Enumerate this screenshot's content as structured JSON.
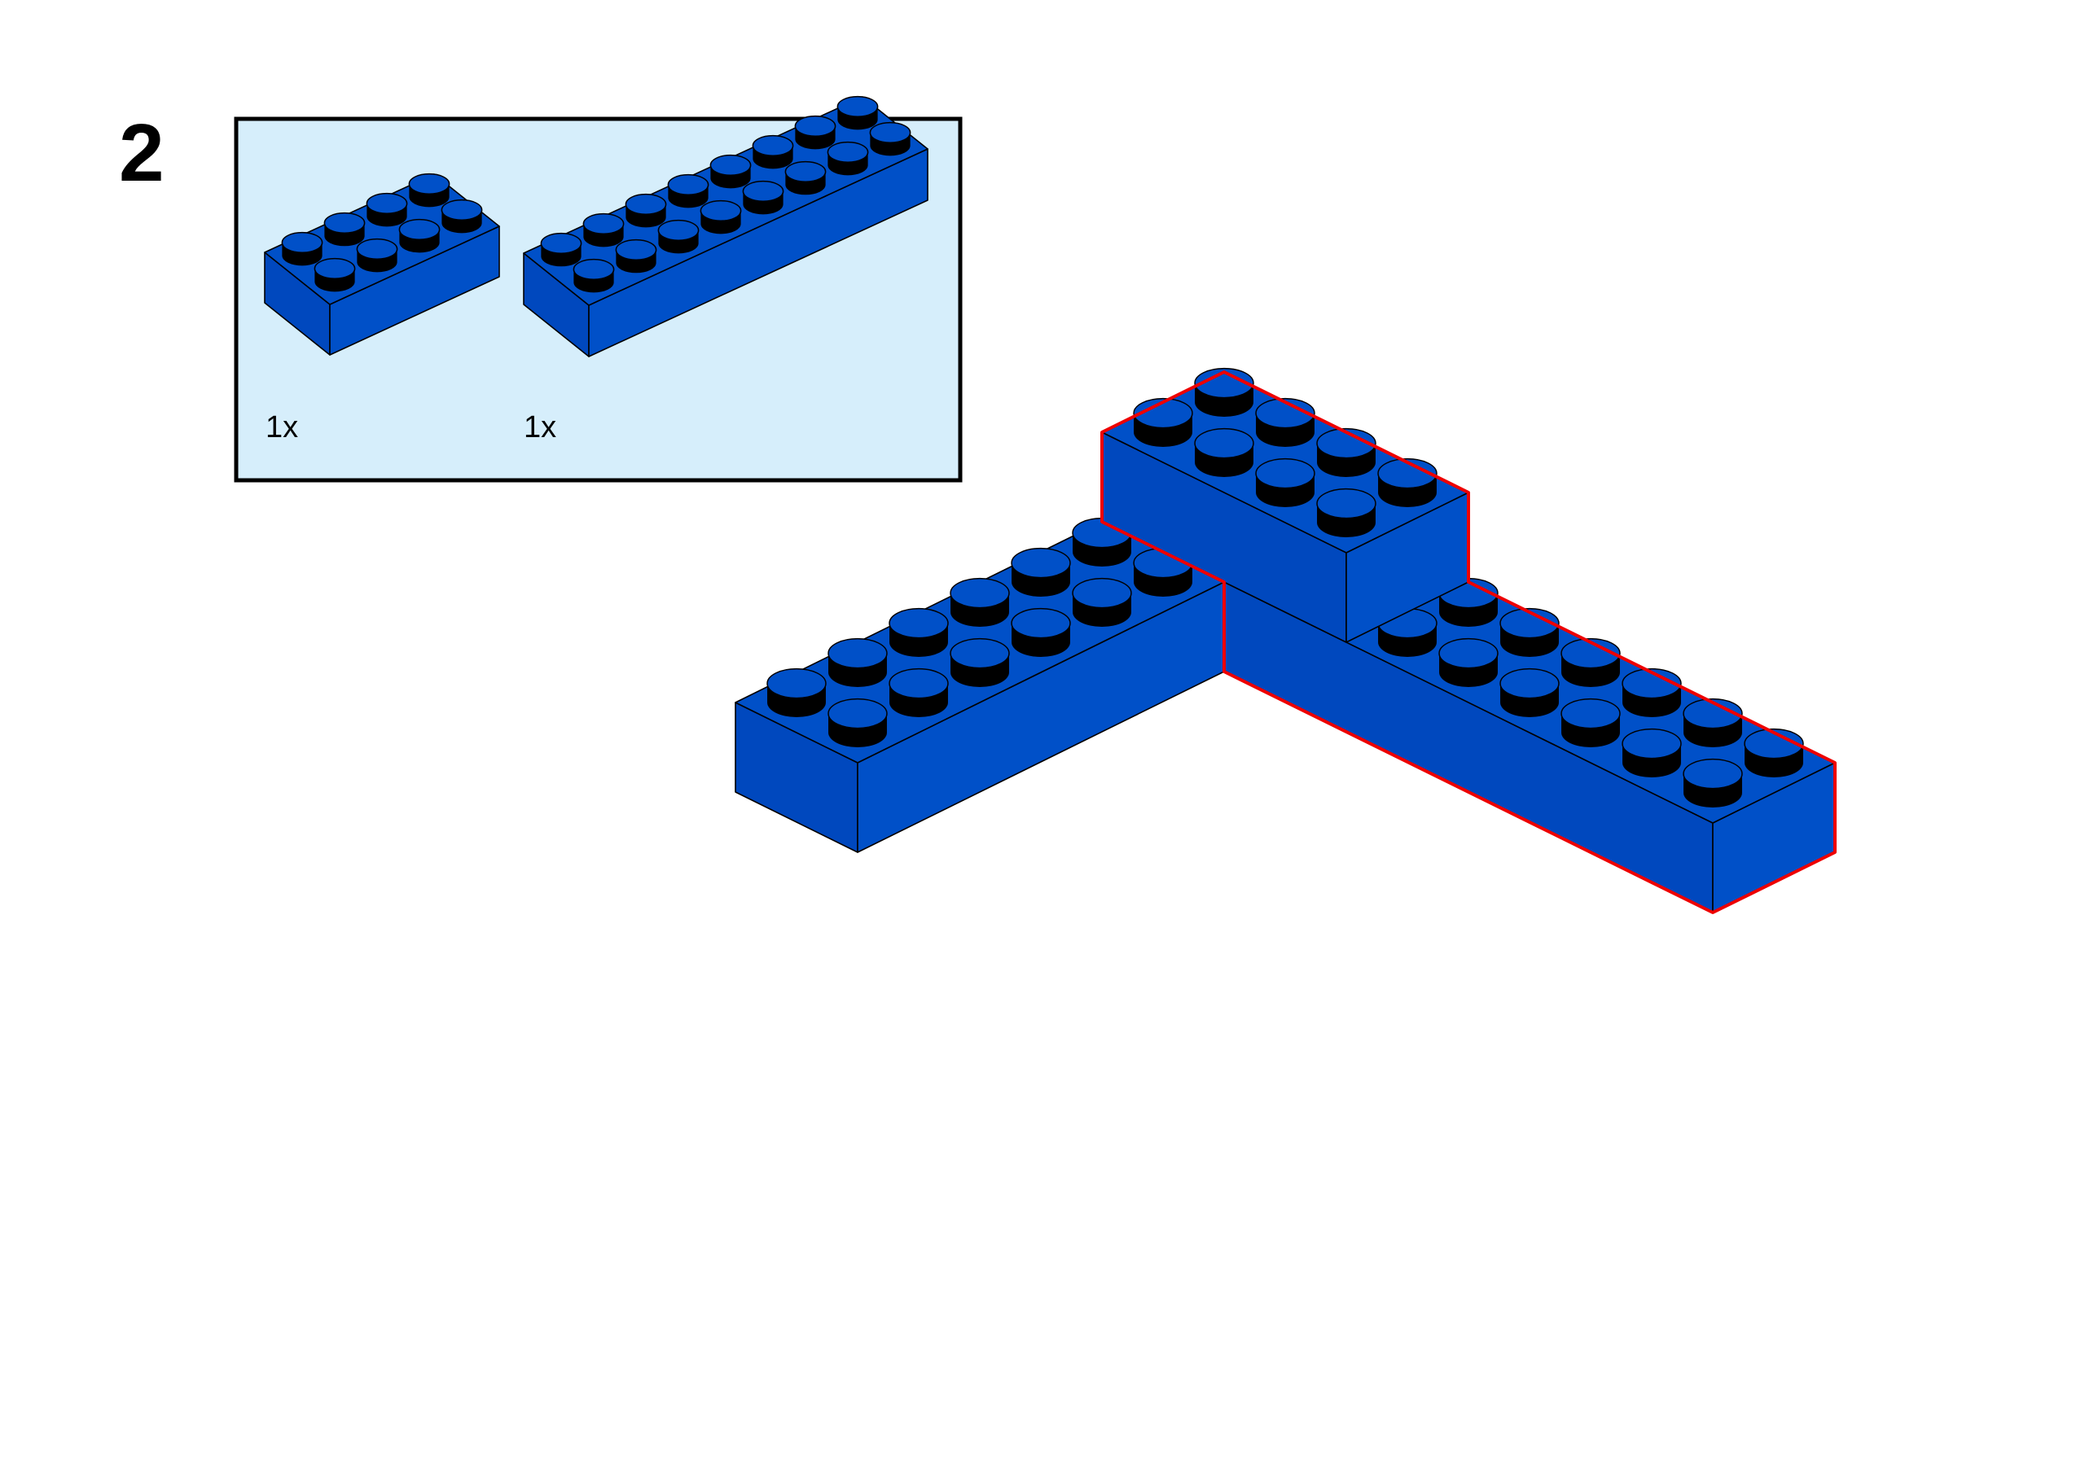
{
  "step": {
    "number": "2"
  },
  "parts_list": {
    "items": [
      {
        "quantity": "1x"
      },
      {
        "quantity": "1x"
      }
    ]
  },
  "colors": {
    "brick_blue": "#0050c8",
    "brick_blue_side": "#0048be",
    "stud_shadow": "#000000",
    "parts_box_fill": "#d6eefb",
    "parts_box_border": "#000000",
    "new_part_highlight": "#ee0000"
  }
}
